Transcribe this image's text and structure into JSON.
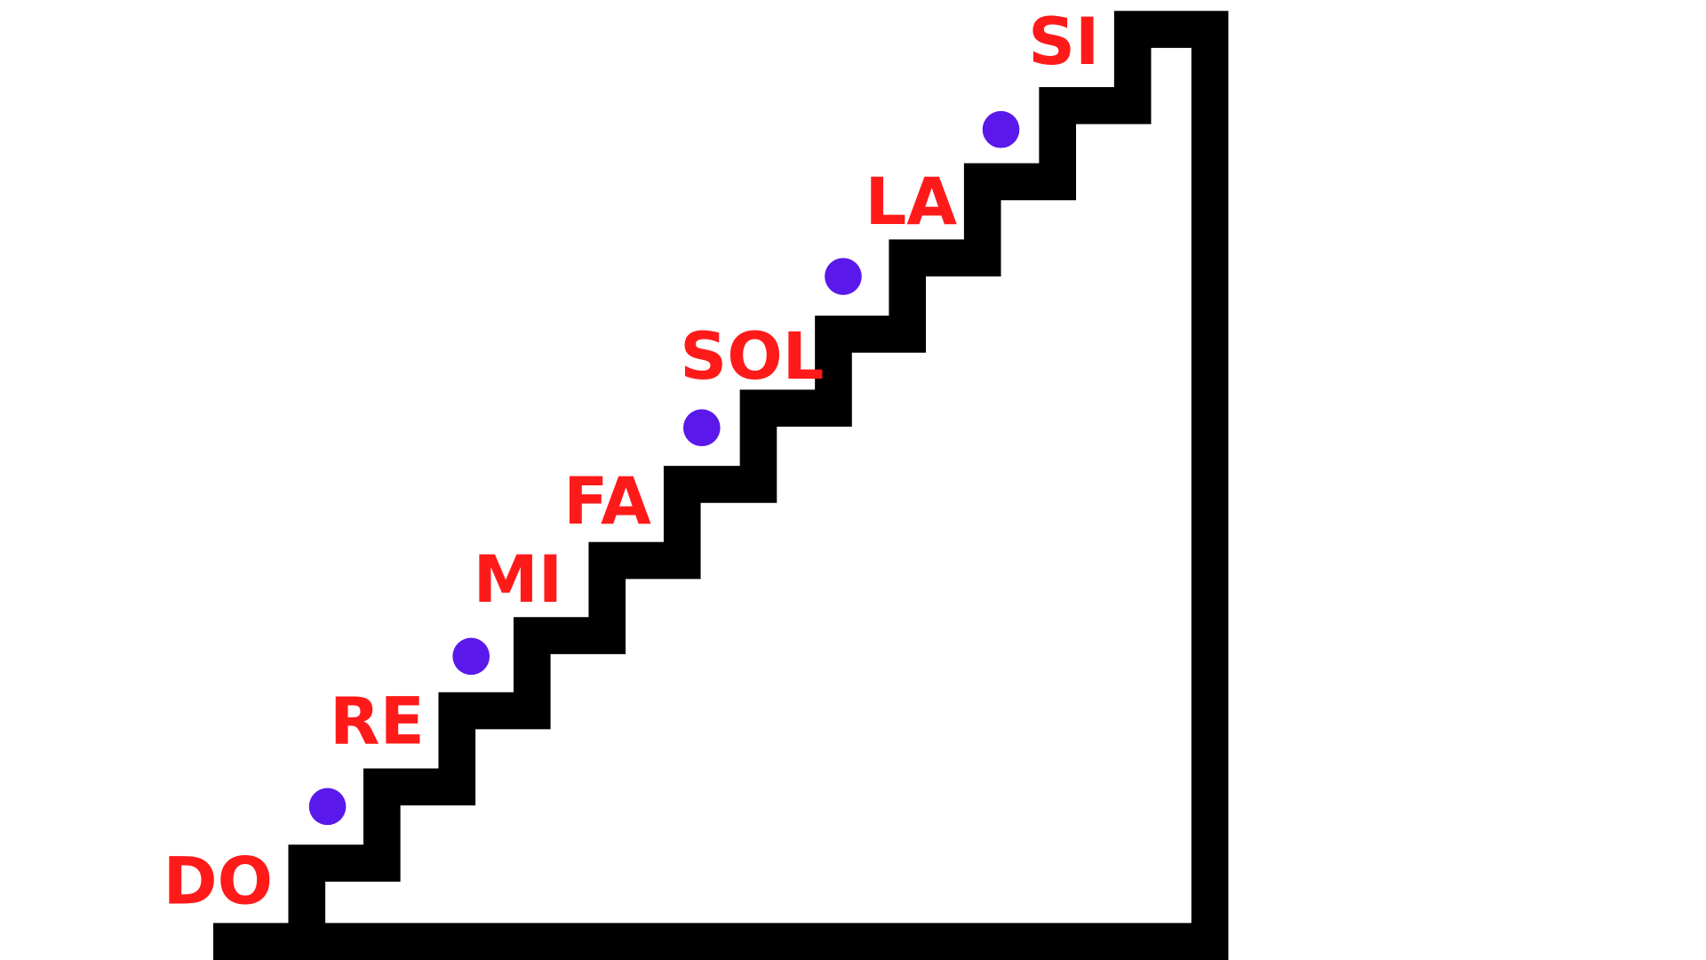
{
  "notes": [
    "DO",
    "RE",
    "MI",
    "FA",
    "SOL",
    "LA",
    "SI"
  ],
  "colors": {
    "label": "#ff1a1a",
    "dot": "#5b18ea",
    "stairs": "#000000",
    "background": "#ffffff"
  }
}
